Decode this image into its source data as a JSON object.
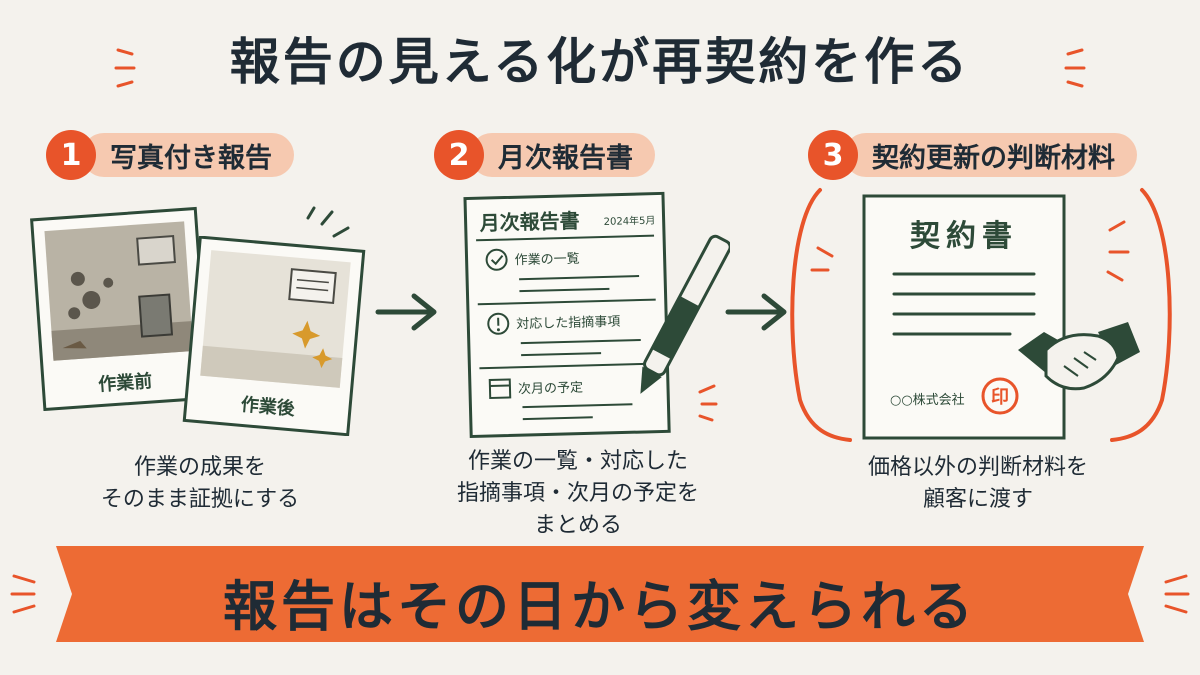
{
  "title": "報告の見える化が再契約を作る",
  "steps": [
    {
      "number": "1",
      "label": "写真付き報告",
      "caption_lines": [
        "作業の成果を",
        "そのまま証拠にする"
      ],
      "photo_before_label": "作業前",
      "photo_after_label": "作業後"
    },
    {
      "number": "2",
      "label": "月次報告書",
      "caption_lines": [
        "作業の一覧・対応した",
        "指摘事項・次月の予定を",
        "まとめる"
      ],
      "report": {
        "heading": "月次報告書",
        "date": "2024年5月",
        "sections": [
          "作業の一覧",
          "対応した指摘事項",
          "次月の予定"
        ]
      }
    },
    {
      "number": "3",
      "label": "契約更新の判断材料",
      "caption_lines": [
        "価格以外の判断材料を",
        "顧客に渡す"
      ],
      "contract": {
        "heading": "契約書",
        "company": "○○株式会社",
        "seal": "印"
      }
    }
  ],
  "banner": "報告はその日から変えられる",
  "colors": {
    "accent": "#e8542a",
    "accent_light": "#f6c9b0",
    "ink_green": "#2d4a38",
    "background": "#f4f2ed"
  }
}
